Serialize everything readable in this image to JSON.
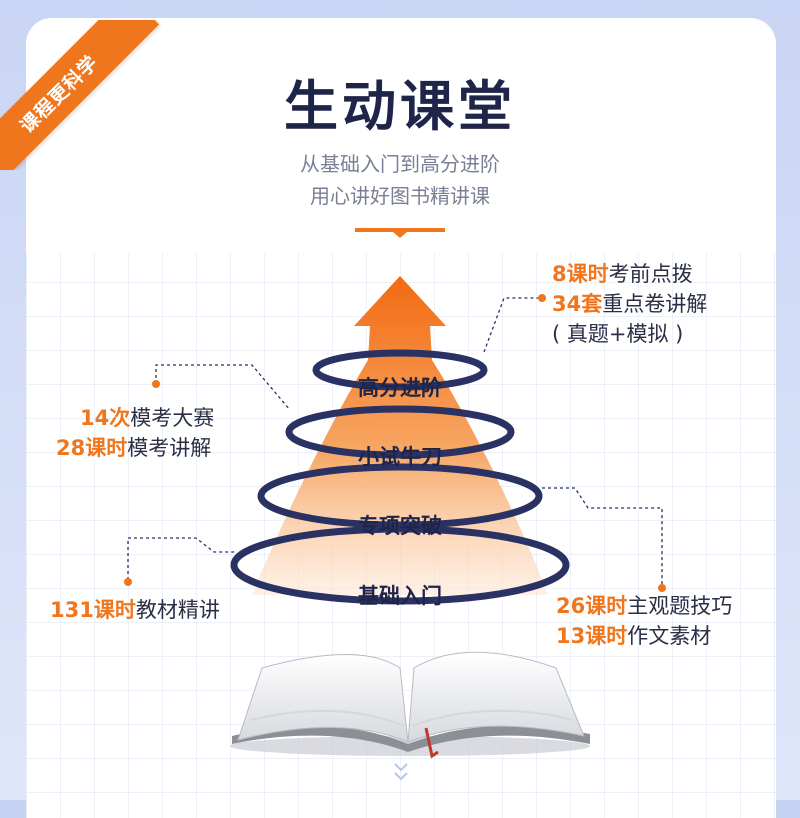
{
  "ribbon": {
    "text": "课程更科学"
  },
  "title": "生动课堂",
  "subtitle_lines": [
    "从基础入门到高分进阶",
    "用心讲好图书精讲课"
  ],
  "levels": [
    "高分进阶",
    "小试牛刀",
    "专项突破",
    "基础入门"
  ],
  "callouts": {
    "top_right": {
      "l1_hl": "8课时",
      "l1": "考前点拨",
      "l2_hl": "34套",
      "l2": "重点卷讲解",
      "l3": "( 真题+模拟 )"
    },
    "left_mid": {
      "l1_hl": "14次",
      "l1": "模考大赛",
      "l2_hl": "28课时",
      "l2": "模考讲解"
    },
    "left_bottom": {
      "l1_hl": "131课时",
      "l1": "教材精讲"
    },
    "right_bottom": {
      "l1_hl": "26课时",
      "l1": "主观题技巧",
      "l2_hl": "13课时",
      "l2": "作文素材"
    }
  },
  "colors": {
    "accent": "#f0761e",
    "navy": "#1e2548"
  },
  "icons": [
    "up-arrow-icon",
    "open-book-icon",
    "double-chevron-down-icon"
  ]
}
